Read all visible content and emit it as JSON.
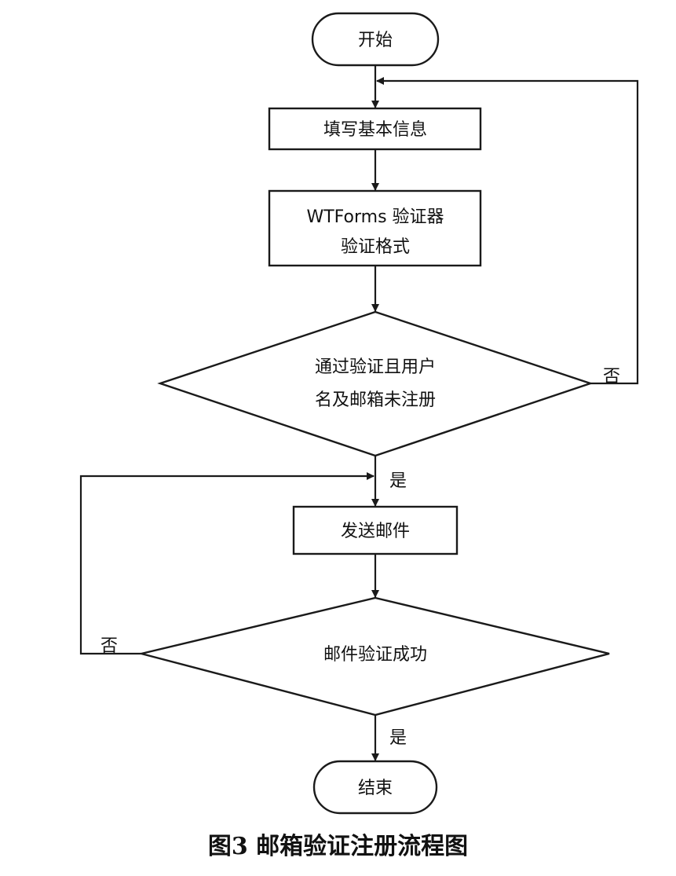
{
  "flowchart": {
    "start": "开始",
    "fill_info": "填写基本信息",
    "wtforms_line1": "WTForms 验证器",
    "wtforms_line2": "验证格式",
    "check1_line1": "通过验证且用户",
    "check1_line2": "名及邮箱未注册",
    "send_mail": "发送邮件",
    "check2": "邮件验证成功",
    "end": "结束",
    "no_label": "否",
    "yes_label": "是"
  },
  "caption": "图3  邮箱验证注册流程图"
}
